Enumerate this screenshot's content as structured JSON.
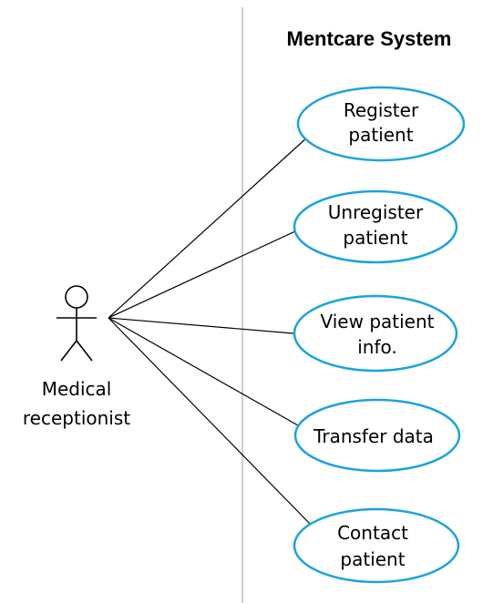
{
  "system": {
    "title": "Mentcare System"
  },
  "actor": {
    "label_line1": "Medical",
    "label_line2": "receptionist"
  },
  "use_cases": [
    {
      "line1": "Register",
      "line2": "patient"
    },
    {
      "line1": "Unregister",
      "line2": "patient"
    },
    {
      "line1": "View patient",
      "line2": "info."
    },
    {
      "line1": "Transfer data",
      "line2": ""
    },
    {
      "line1": "Contact",
      "line2": "patient"
    }
  ],
  "colors": {
    "ellipse_stroke": "#1aa3e0",
    "boundary": "#bfbfbf",
    "lines": "#000000"
  }
}
